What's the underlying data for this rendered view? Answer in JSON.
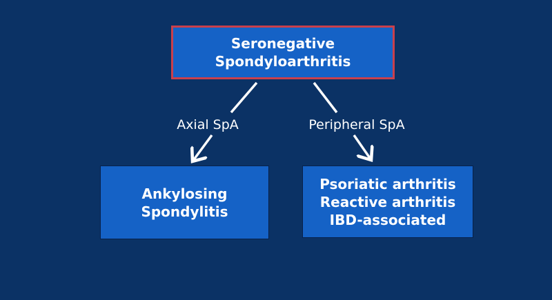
{
  "root": {
    "lines": [
      "Seronegative",
      "Spondyloarthritis"
    ]
  },
  "branches": [
    {
      "label": "Axial SpA",
      "child": {
        "lines": [
          "Ankylosing",
          "Spondylitis"
        ]
      }
    },
    {
      "label": "Peripheral SpA",
      "child": {
        "lines": [
          "Psoriatic arthritis",
          "Reactive arthritis",
          "IBD-associated"
        ]
      }
    }
  ],
  "colors": {
    "background": "#0b3265",
    "box": "#1562c6",
    "root_border": "#c9404c"
  }
}
